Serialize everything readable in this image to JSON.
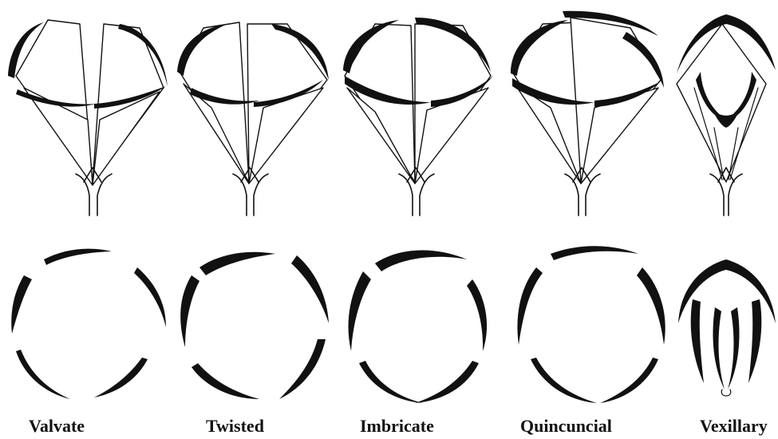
{
  "labels": {
    "valvate": "Valvate",
    "twisted": "Twisted",
    "imbricate": "Imbricate",
    "quincuncial": "Quincuncial",
    "vexillary": "Vexillary"
  },
  "colors": {
    "ink": "#111111",
    "background": "#ffffff"
  }
}
